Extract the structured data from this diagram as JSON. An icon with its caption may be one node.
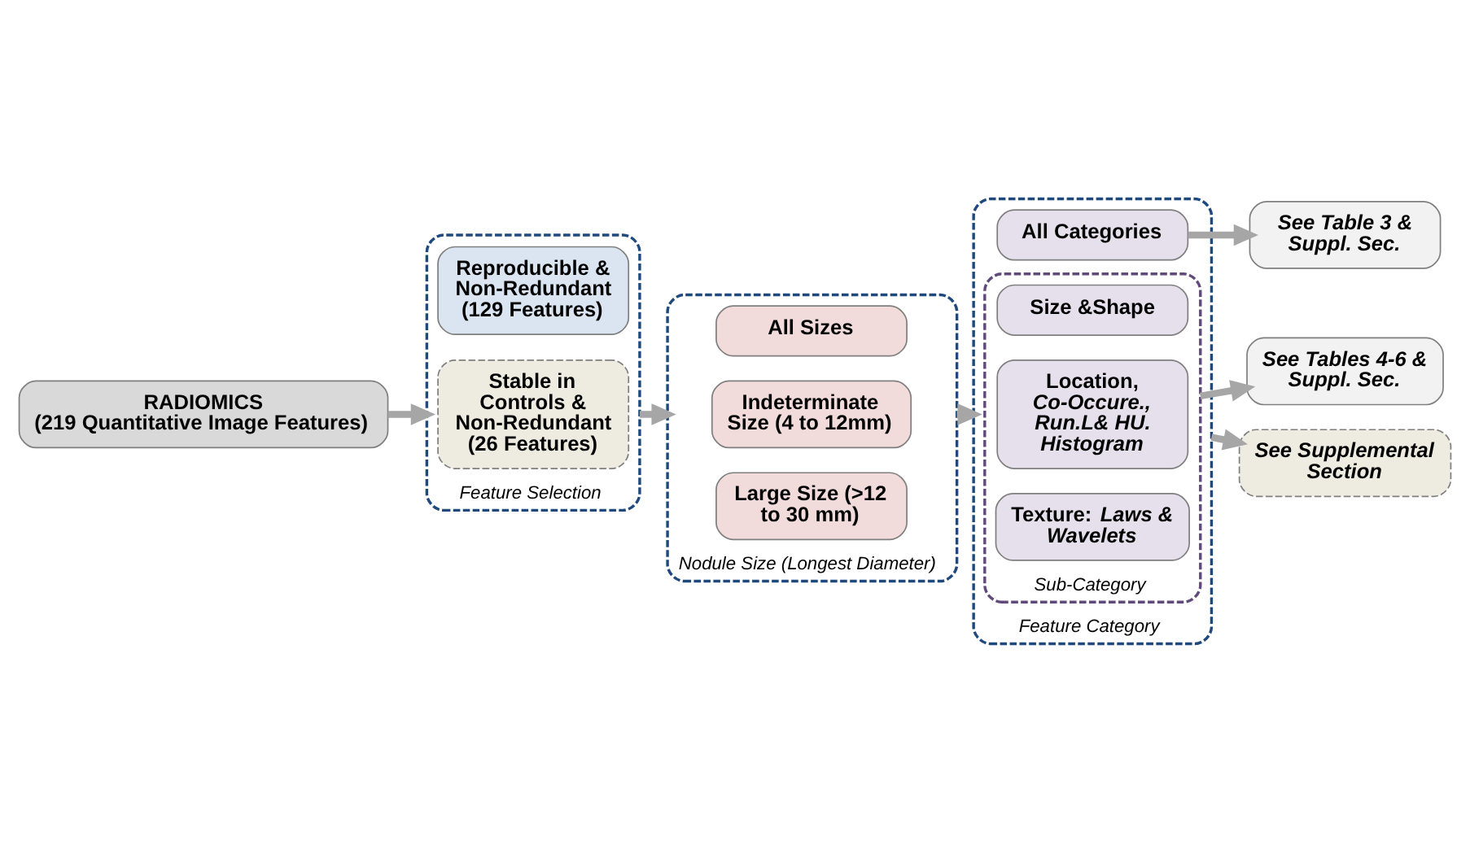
{
  "diagram": {
    "nodes": [
      {
        "text": [
          "RADIOMICS",
          "(219 Quantitative Image Features)"
        ]
      },
      {
        "text": [
          "Feature Selection"
        ]
      },
      {
        "text": [
          "Reproducible & Non-Redundant (129 Features)"
        ],
        "in": 1
      },
      {
        "text": [
          "Stable in Controls & Non-Redundant (26 Features)"
        ],
        "in": 1
      },
      {
        "text": [
          "Nodule Size (Longest Diameter)"
        ]
      },
      {
        "text": [
          "All Sizes"
        ],
        "in": 4
      },
      {
        "text": [
          "Indeterminate Size (4 to 12mm)"
        ],
        "in": 4
      },
      {
        "text": [
          "Large Size (>12 to 30 mm)"
        ],
        "in": 4
      },
      {
        "text": [
          "Feature Category"
        ]
      },
      {
        "text": [
          "All Categories"
        ],
        "in": 8
      },
      {
        "text": [
          "Sub-Category"
        ],
        "in": 8
      },
      {
        "text": [
          "Size &Shape"
        ],
        "in": 10
      },
      {
        "text": [
          "Location, *Co-Occure., Run.L& HU. Histogram*"
        ],
        "in": 10
      },
      {
        "text": [
          "Texture: *Laws & Wavelets*"
        ],
        "in": 10
      },
      {
        "text": [
          "See Table 3 & Suppl. Sec."
        ]
      },
      {
        "text": [
          "See Tables 4-6 & Suppl. Sec."
        ]
      },
      {
        "text": [
          "See Supplemental Section"
        ]
      }
    ],
    "edges": [
      {
        "from": 0,
        "to": 1,
        "arrow": "to"
      },
      {
        "from": 1,
        "to": 4,
        "arrow": "to"
      },
      {
        "from": 4,
        "to": 8,
        "arrow": "to"
      },
      {
        "from": 9,
        "to": 14,
        "arrow": "to"
      },
      {
        "from": 10,
        "to": 15,
        "arrow": "to"
      },
      {
        "from": 8,
        "to": 16,
        "arrow": "to"
      }
    ]
  }
}
